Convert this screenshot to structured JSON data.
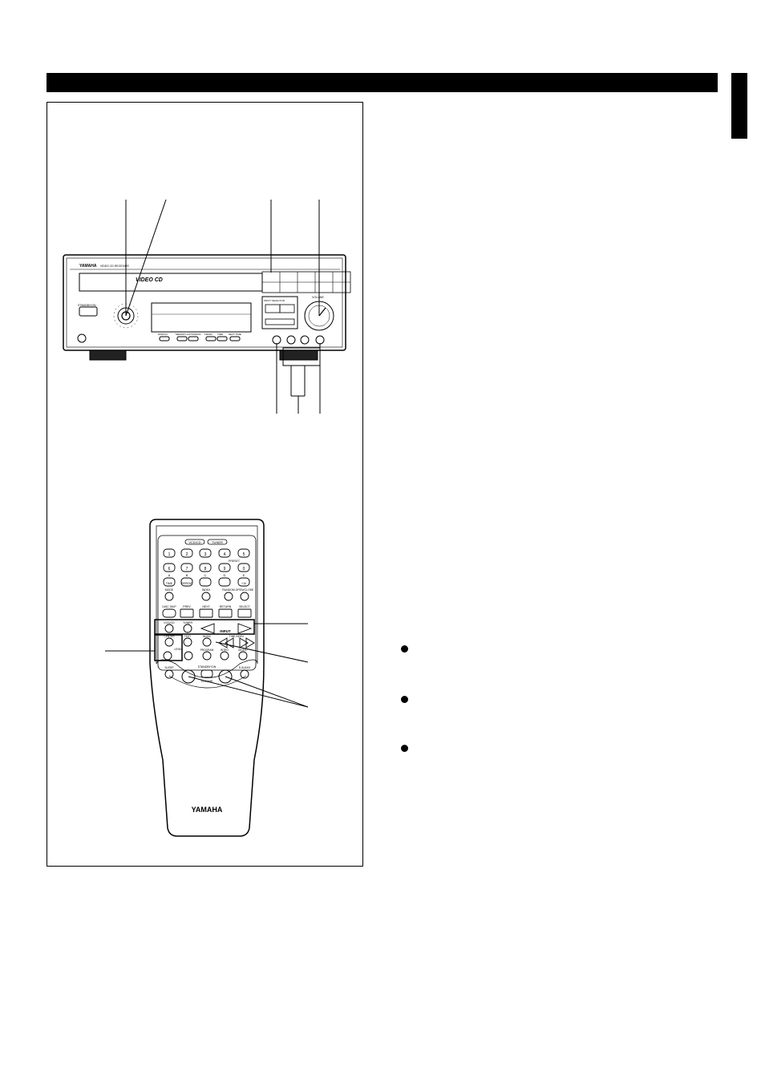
{
  "receiver": {
    "brand": "YAMAHA",
    "model_text": "VIDEO CD RECEIVER",
    "disc_logo": "VIDEO CD",
    "standby_label": "STANDBY/ON",
    "volume_label": "VOLUME",
    "input_selector_label": "INPUT SELECTOR",
    "panel_buttons": [
      "DISPLAY",
      "MEMORY",
      "AUTO/MAN'L",
      "FM/AM",
      "TIME",
      "NEXT TIME"
    ]
  },
  "remote": {
    "mode_pills": [
      "VCD/CD",
      "TUNER"
    ],
    "digits_row1": [
      "1",
      "2",
      "3",
      "4",
      "5"
    ],
    "digits_row2": [
      "6",
      "7",
      "8",
      "9",
      "0"
    ],
    "preset_letters": [
      "A",
      "B",
      "C",
      "D",
      "E"
    ],
    "preset_label": "PRESET",
    "row3_buttons": [
      "TIME",
      "REPEAT",
      "",
      "",
      "+10"
    ],
    "labels_row4": [
      "MODE",
      "INDEX",
      "RANDOM",
      "OPEN/CLOSE"
    ],
    "labels_row5": [
      "DISC SKIP",
      "PREV",
      "NEXT",
      "RETURN",
      "SELECT"
    ],
    "input_labels": [
      "VCD/CD",
      "TUNER"
    ],
    "input_word": "INPUT",
    "control_labels": [
      "CENTER",
      "TEST",
      "MUSIC",
      "TIME INDEX"
    ],
    "level_label": "LEVEL",
    "program_labels": [
      "PROGRAM",
      "INTRO",
      "DIGEST"
    ],
    "sleep_label": "SLEEP",
    "sound_label": "S.AUDIO",
    "standby_label": "STANDBY/ON",
    "volume_label": "VOLUME",
    "brand": "YAMAHA"
  }
}
